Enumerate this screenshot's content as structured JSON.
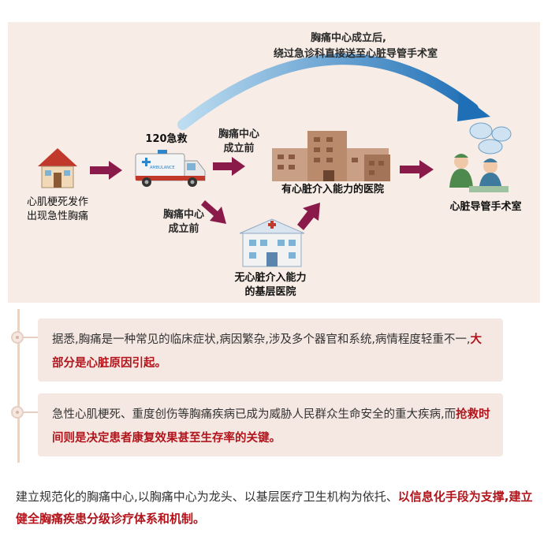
{
  "diagram": {
    "top_caption_line1": "胸痛中心成立后,",
    "top_caption_line2": "绕过急诊科直接送至心脏导管手术室",
    "patient_label": "心肌梗死发作\n出现急性胸痛",
    "ambulance_label": "120急救",
    "before_label_1": "胸痛中心\n成立前",
    "before_label_2": "胸痛中心\n成立前",
    "hospital_label": "有心脏介入能力的医院",
    "clinic_label": "无心脏介入能力\n的基层医院",
    "cathlab_label": "心脏导管手术室",
    "ambulance_text": "AMBULANCE"
  },
  "cards": [
    {
      "normal": "据悉,胸痛是一种常见的临床症状,病因繁杂,涉及多个器官和系统,病情程度轻重不一,",
      "highlight": "大部分是心脏原因引起。"
    },
    {
      "normal": "急性心肌梗死、重度创伤等胸痛疾病已成为威胁人民群众生命安全的重大疾病,而",
      "highlight": "抢救时间则是决定患者康复效果甚至生存率的关键。"
    }
  ],
  "bottom": {
    "normal": "建立规范化的胸痛中心,以胸痛中心为龙头、以基层医疗卫生机构为依托、",
    "highlight": "以信息化手段为支撑,建立健全胸痛疾患分级诊疗体系和机制。"
  },
  "colors": {
    "highlight": "#b2141c",
    "arrow": "#8a1a4a",
    "curve_arrow": "#2f86c8",
    "diagram_bg": "#f7ede6",
    "card_bg": "#f5e8e2"
  },
  "icons": [
    "house-icon",
    "ambulance-icon",
    "hospital-icon",
    "clinic-icon",
    "surgeons-icon",
    "arrow-icon",
    "curved-arrow-icon"
  ]
}
